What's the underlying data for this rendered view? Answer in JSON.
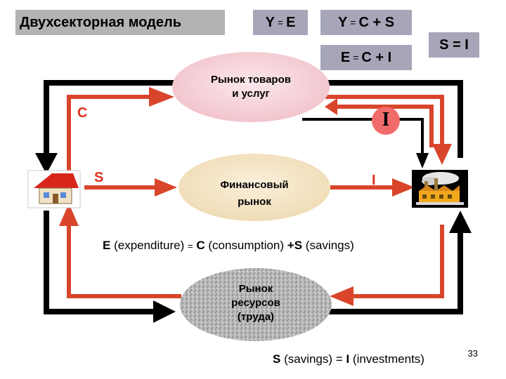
{
  "title": "Двухсекторная модель",
  "formulas": {
    "y_e": {
      "a": "Y",
      "op": "=",
      "b": "E"
    },
    "y_cs": {
      "a": "Y",
      "op": "=",
      "b": "C + S"
    },
    "e_ci": {
      "a": "E",
      "op": "=",
      "b": "C + I"
    },
    "s_i": "S = I"
  },
  "markets": {
    "goods": {
      "line1": "Рынок товаров",
      "line2": "и услуг"
    },
    "financial": {
      "line1": "Финансовый",
      "line2": "рынок"
    },
    "resources": {
      "line1": "Рынок",
      "line2": "ресурсов",
      "line3": "(труда)"
    }
  },
  "flow_labels": {
    "consumption": "C",
    "savings": "S",
    "investment": "I",
    "investment_badge": "I"
  },
  "equations": {
    "expenditure": {
      "e": "E",
      "e_txt": "(expenditure)",
      "eq": "=",
      "c": "C",
      "c_txt": "(consumption)",
      "plus": "+S",
      "s_txt": "(savings)"
    },
    "savings": {
      "s": "S",
      "s_txt": "(savings)",
      "eq": "=",
      "i": "I",
      "i_txt": "(investments)"
    }
  },
  "slide_number": "33",
  "colors": {
    "flow_red": "#d9452b",
    "flow_black": "#000000",
    "box_gray": "#a6a6b8",
    "title_gray": "#b3b3b3"
  },
  "icons": {
    "household": "house-icon",
    "firm": "factory-icon"
  }
}
